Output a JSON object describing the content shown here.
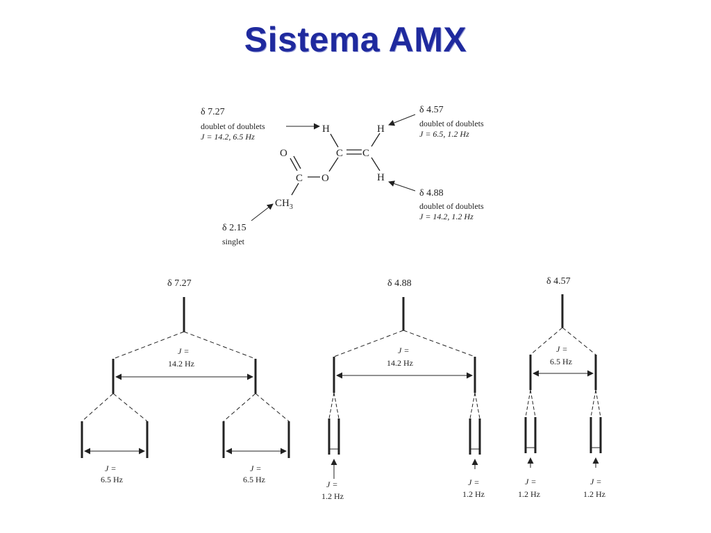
{
  "title": "Sistema AMX",
  "colors": {
    "title": "#1f2a9e",
    "ink": "#222222"
  },
  "molecule": {
    "atoms": {
      "h_a": "H",
      "h_b": "H",
      "h_c": "H",
      "c_vinyl_1": "C",
      "c_vinyl_2": "C",
      "o_carbonyl": "O",
      "c_carbonyl": "C",
      "o_ester": "O",
      "ch3": "CH",
      "ch3_sub": "3"
    },
    "annotations": {
      "h727": {
        "shift": "δ 7.27",
        "mult": "doublet of doublets",
        "j": "J = 14.2, 6.5 Hz"
      },
      "h457": {
        "shift": "δ 4.57",
        "mult": "doublet of doublets",
        "j": "J = 6.5, 1.2 Hz"
      },
      "h488": {
        "shift": "δ 4.88",
        "mult": "doublet of doublets",
        "j": "J = 14.2, 1.2 Hz"
      },
      "ch3": {
        "shift": "δ 2.15",
        "mult": "singlet"
      }
    }
  },
  "trees": [
    {
      "shift": "δ 7.27",
      "j_big_1": "J =",
      "j_big_2": "14.2 Hz",
      "j_small_left_1": "J =",
      "j_small_left_2": "6.5 Hz",
      "j_small_right_1": "J =",
      "j_small_right_2": "6.5 Hz"
    },
    {
      "shift": "δ 4.88",
      "j_big_1": "J =",
      "j_big_2": "14.2 Hz",
      "j_small_left_1": "J =",
      "j_small_left_2": "1.2 Hz",
      "j_small_right_1": "J =",
      "j_small_right_2": "1.2 Hz"
    },
    {
      "shift": "δ 4.57",
      "j_big_1": "J =",
      "j_big_2": "6.5 Hz",
      "j_small_left_1": "J =",
      "j_small_left_2": "1.2 Hz",
      "j_small_right_1": "J =",
      "j_small_right_2": "1.2 Hz"
    }
  ]
}
